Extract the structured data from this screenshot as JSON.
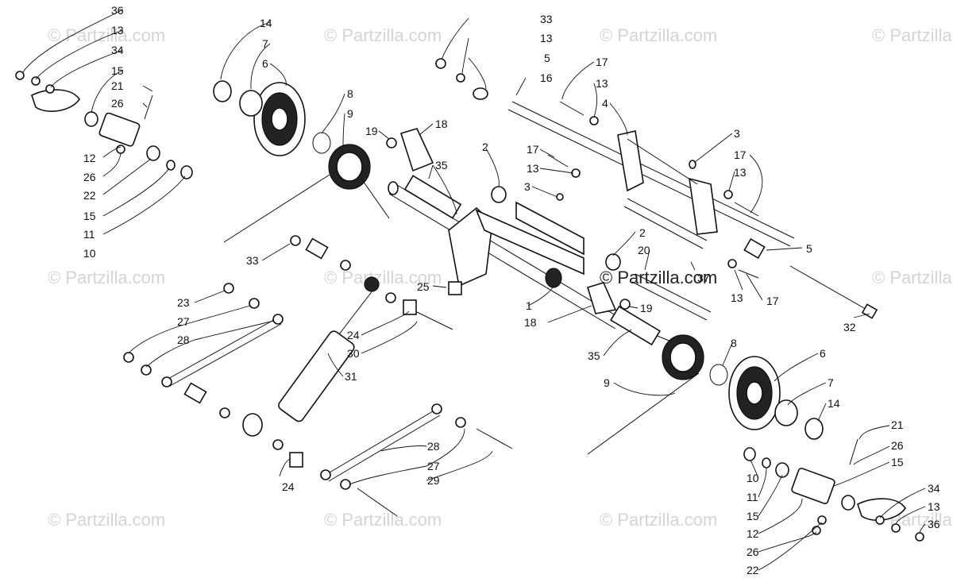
{
  "watermark": "© Partzilla.com",
  "callouts": [
    {
      "id": "c1",
      "text": "36"
    },
    {
      "id": "c2",
      "text": "13"
    },
    {
      "id": "c3",
      "text": "34"
    },
    {
      "id": "c4",
      "text": "15"
    },
    {
      "id": "c5",
      "text": "21"
    },
    {
      "id": "c6",
      "text": "26"
    },
    {
      "id": "c7",
      "text": "12"
    },
    {
      "id": "c8",
      "text": "26"
    },
    {
      "id": "c9",
      "text": "22"
    },
    {
      "id": "c10",
      "text": "15"
    },
    {
      "id": "c11",
      "text": "11"
    },
    {
      "id": "c12",
      "text": "10"
    },
    {
      "id": "c13",
      "text": "14"
    },
    {
      "id": "c14",
      "text": "7"
    },
    {
      "id": "c15",
      "text": "6"
    },
    {
      "id": "c16",
      "text": "8"
    },
    {
      "id": "c17",
      "text": "9"
    },
    {
      "id": "c18",
      "text": "19"
    },
    {
      "id": "c19",
      "text": "18"
    },
    {
      "id": "c20",
      "text": "35"
    },
    {
      "id": "c21",
      "text": "2"
    },
    {
      "id": "c22",
      "text": "17"
    },
    {
      "id": "c23",
      "text": "13"
    },
    {
      "id": "c24",
      "text": "3"
    },
    {
      "id": "c25",
      "text": "33"
    },
    {
      "id": "c26",
      "text": "13"
    },
    {
      "id": "c27",
      "text": "5"
    },
    {
      "id": "c28",
      "text": "16"
    },
    {
      "id": "c29",
      "text": "17"
    },
    {
      "id": "c30",
      "text": "13"
    },
    {
      "id": "c31",
      "text": "4"
    },
    {
      "id": "c32",
      "text": "3"
    },
    {
      "id": "c33",
      "text": "17"
    },
    {
      "id": "c34",
      "text": "13"
    },
    {
      "id": "c35",
      "text": "2"
    },
    {
      "id": "c36",
      "text": "20"
    },
    {
      "id": "c37",
      "text": "37"
    },
    {
      "id": "c38",
      "text": "5"
    },
    {
      "id": "c39",
      "text": "13"
    },
    {
      "id": "c40",
      "text": "17"
    },
    {
      "id": "c41",
      "text": "32"
    },
    {
      "id": "c42",
      "text": "33"
    },
    {
      "id": "c43",
      "text": "25"
    },
    {
      "id": "c44",
      "text": "1"
    },
    {
      "id": "c45",
      "text": "18"
    },
    {
      "id": "c46",
      "text": "19"
    },
    {
      "id": "c47",
      "text": "23"
    },
    {
      "id": "c48",
      "text": "27"
    },
    {
      "id": "c49",
      "text": "28"
    },
    {
      "id": "c50",
      "text": "24"
    },
    {
      "id": "c51",
      "text": "30"
    },
    {
      "id": "c52",
      "text": "31"
    },
    {
      "id": "c53",
      "text": "35"
    },
    {
      "id": "c54",
      "text": "8"
    },
    {
      "id": "c55",
      "text": "6"
    },
    {
      "id": "c56",
      "text": "9"
    },
    {
      "id": "c57",
      "text": "7"
    },
    {
      "id": "c58",
      "text": "14"
    },
    {
      "id": "c59",
      "text": "28"
    },
    {
      "id": "c60",
      "text": "27"
    },
    {
      "id": "c61",
      "text": "29"
    },
    {
      "id": "c62",
      "text": "24"
    },
    {
      "id": "c63",
      "text": "21"
    },
    {
      "id": "c64",
      "text": "26"
    },
    {
      "id": "c65",
      "text": "15"
    },
    {
      "id": "c66",
      "text": "10"
    },
    {
      "id": "c67",
      "text": "11"
    },
    {
      "id": "c68",
      "text": "15"
    },
    {
      "id": "c69",
      "text": "12"
    },
    {
      "id": "c70",
      "text": "26"
    },
    {
      "id": "c71",
      "text": "22"
    },
    {
      "id": "c72",
      "text": "34"
    },
    {
      "id": "c73",
      "text": "13"
    },
    {
      "id": "c74",
      "text": "36"
    }
  ]
}
